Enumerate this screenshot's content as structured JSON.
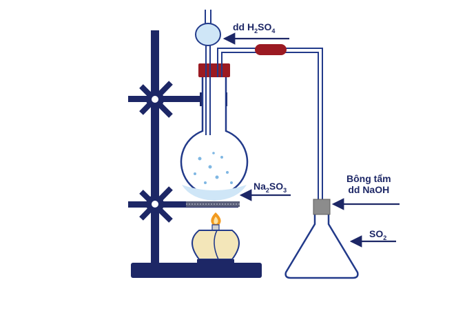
{
  "labels": {
    "h2so4": {
      "prefix": "dd H",
      "sub1": "2",
      "mid": "SO",
      "sub2": "4"
    },
    "na2so3": {
      "p1": "Na",
      "sub1": "2",
      "mid": "SO",
      "sub2": "3"
    },
    "bong_tam": {
      "line1": "Bông tẩm",
      "line2": "dd NaOH"
    },
    "so2": {
      "p1": "SO",
      "sub1": "2"
    }
  },
  "colors": {
    "navy": "#1d2766",
    "rubber_red": "#9b1a22",
    "glass_outline": "#223a8a",
    "liquid_blue": "#cfe6f7",
    "cotton_gray": "#8c8c8c",
    "flame_orange": "#f29a1f",
    "lamp_fuel": "#f3e6b9"
  }
}
